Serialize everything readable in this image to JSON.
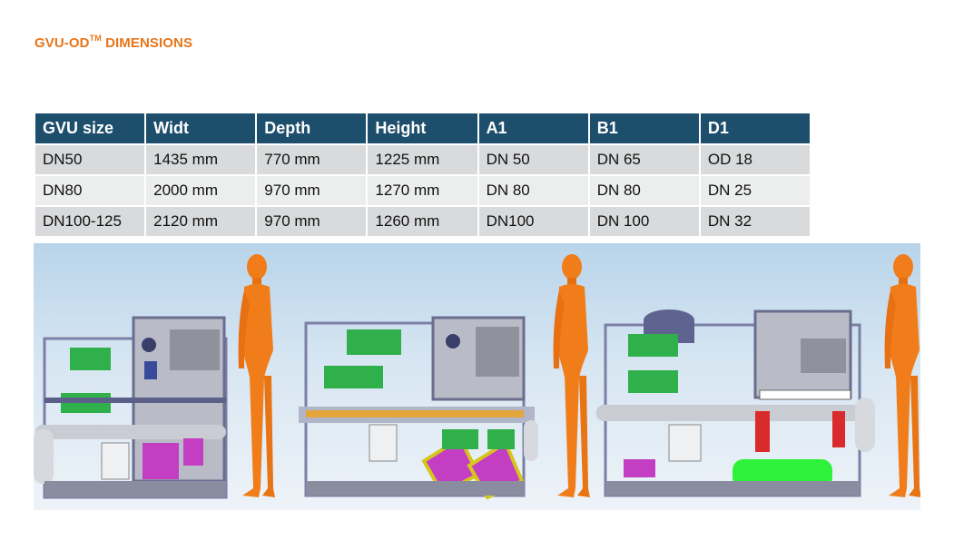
{
  "title": {
    "main": "GVU-OD",
    "sup": "TM",
    "rest": " DIMENSIONS"
  },
  "table": {
    "headers": [
      "GVU size",
      "Widt",
      "Depth",
      "Height",
      "A1",
      "B1",
      "D1"
    ],
    "rows": [
      [
        "DN50",
        "1435 mm",
        "770 mm",
        "1225 mm",
        "DN 50",
        "DN 65",
        "OD 18"
      ],
      [
        "DN80",
        "2000 mm",
        "970 mm",
        "1270 mm",
        "DN 80",
        "DN 80",
        "DN 25"
      ],
      [
        "DN100-125",
        "2120 mm",
        "970 mm",
        "1260 mm",
        "DN100",
        "DN 100",
        "DN 32"
      ]
    ]
  },
  "illustration": {
    "units": [
      "GVU DN50 unit",
      "GVU DN80 unit",
      "GVU DN100-125 unit"
    ],
    "figure": "human scale figure",
    "colors": {
      "frame": "#7c7fa6",
      "figure": "#f07d1a",
      "valve_green": "#2fb04a",
      "magenta": "#c43ec4",
      "bright_green": "#2ef23a",
      "red": "#d92b2b",
      "pipe": "#c9ccd3",
      "sky_top": "#b9d4ea",
      "sky_bottom": "#eef3f8"
    }
  }
}
